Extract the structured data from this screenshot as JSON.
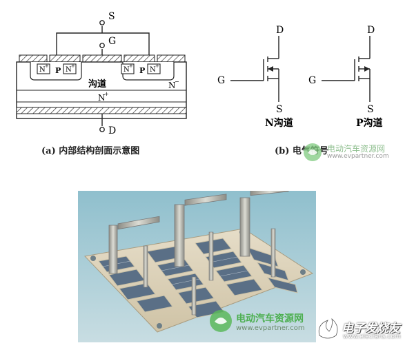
{
  "cross_section": {
    "terminal_source": "S",
    "terminal_gate": "G",
    "terminal_drain": "D",
    "region_n_plus_1": "N",
    "region_p_1": "P",
    "region_n_plus_2": "N",
    "region_n_plus_3": "N",
    "region_p_2": "P",
    "region_n_plus_4": "N",
    "channel_label": "沟道",
    "drift_label": "N",
    "substrate_label": "N",
    "caption": "(a)  内部结构剖面示意图"
  },
  "symbols": {
    "n_channel": {
      "drain": "D",
      "gate": "G",
      "source": "S",
      "label": "N沟道"
    },
    "p_channel": {
      "drain": "D",
      "gate": "G",
      "source": "S",
      "label": "P沟道"
    },
    "caption": "(b)  电气符号"
  },
  "watermarks": {
    "top_name": "电动汽车资源网",
    "top_url": "www.evpartner.com",
    "bottom_name": "电动汽车资源网",
    "bottom_url": "www.evpartner.com",
    "elecfans": "电子发烧友",
    "elecfans_url": "www.elecfans.com"
  },
  "photo": {
    "colors": {
      "background": "#9fc4cf",
      "base_plate": "#d9cfb8",
      "chip": "#5a6f86",
      "terminal": "#b9b9b0"
    }
  }
}
